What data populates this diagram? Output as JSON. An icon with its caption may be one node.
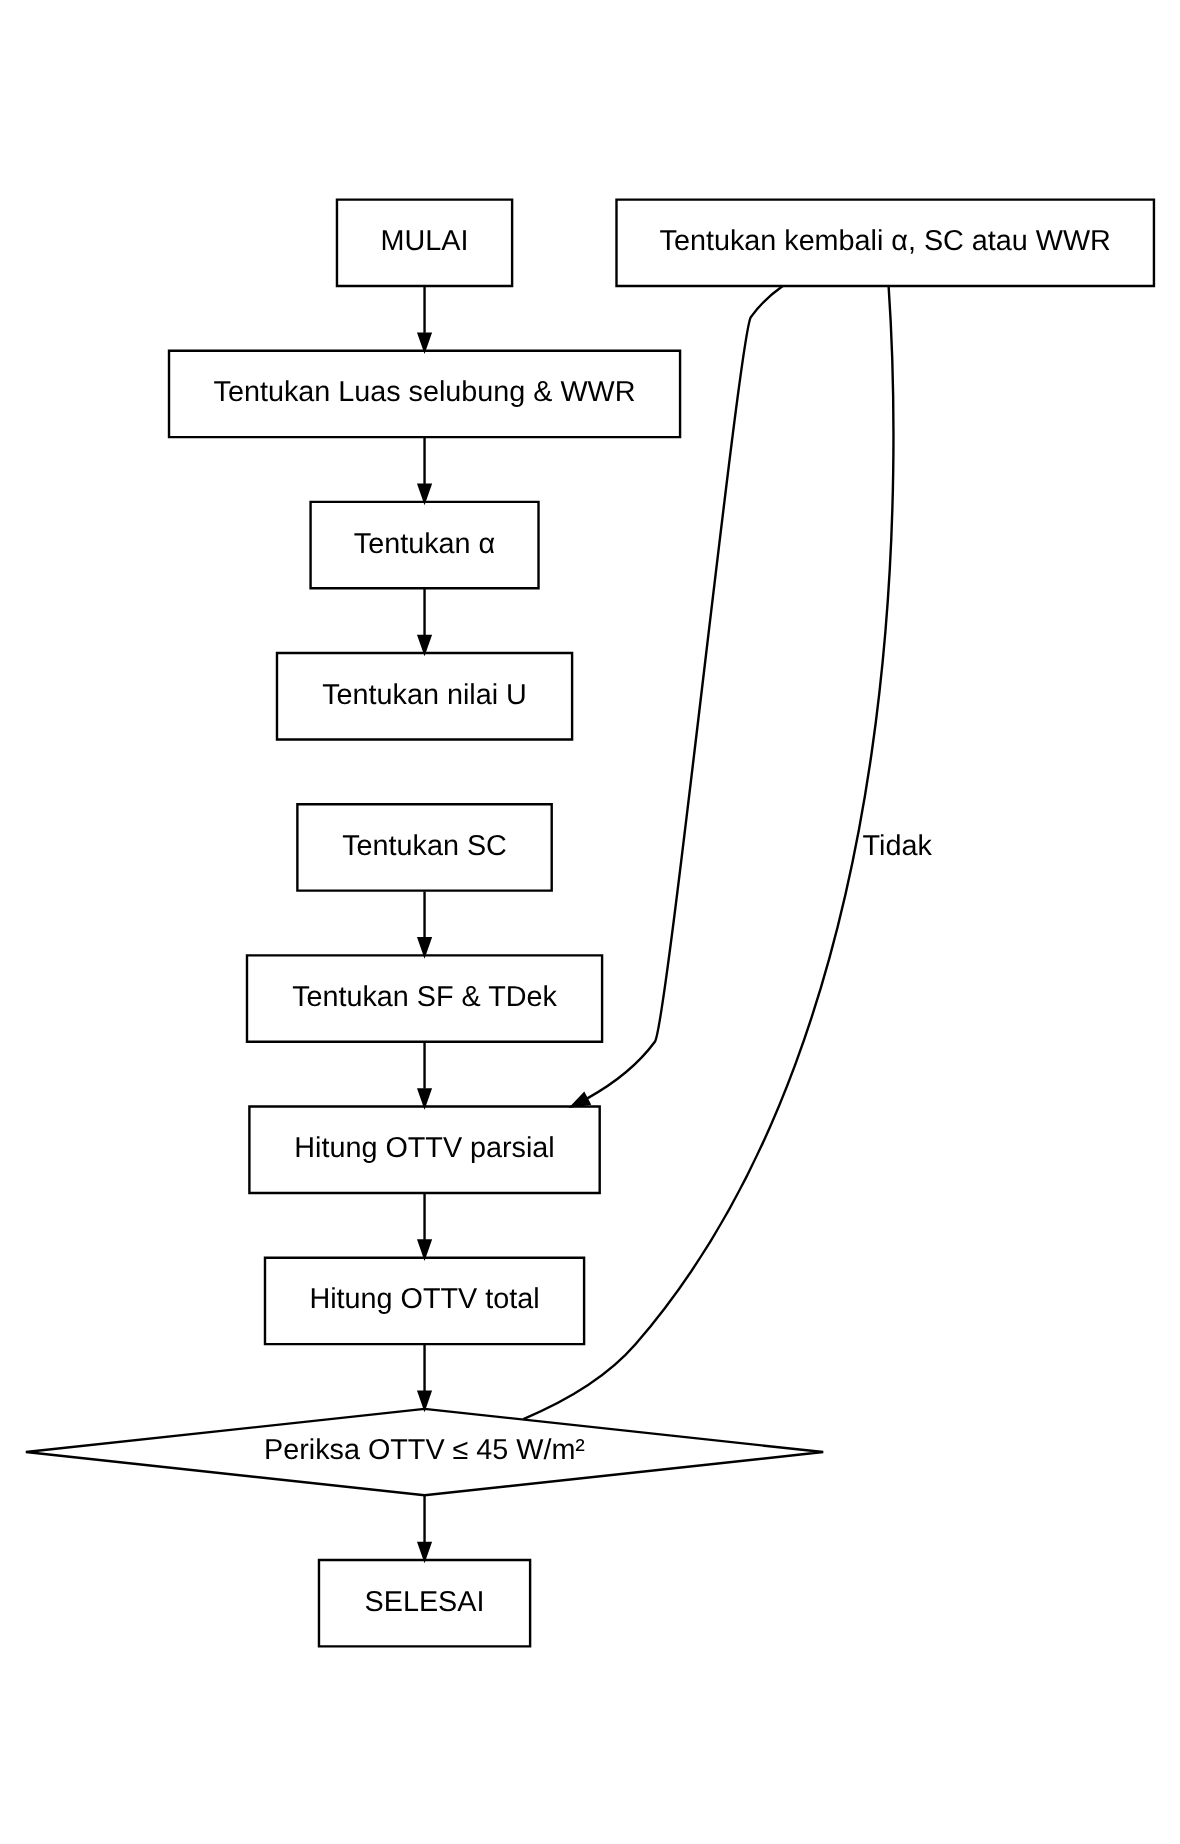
{
  "diagram": {
    "nodes": [
      {
        "text": [
          "MULAI"
        ]
      },
      {
        "text": [
          "Tentukan Luas selubung & WWR"
        ]
      },
      {
        "text": [
          "Tentukan α"
        ]
      },
      {
        "text": [
          "Tentukan nilai U"
        ]
      },
      {
        "text": [
          "Tentukan SC"
        ]
      },
      {
        "text": [
          "Tentukan SF & TDek"
        ]
      },
      {
        "text": [
          "Hitung OTTV parsial"
        ]
      },
      {
        "text": [
          "Tentukan kembali α, SC atau WWR"
        ]
      },
      {
        "text": [
          "Hitung OTTV total"
        ]
      },
      {
        "text": [
          "Periksa OTTV ≤ 45 W/m²"
        ]
      },
      {
        "text": [
          "SELESAI"
        ]
      }
    ],
    "edges": [
      {
        "from": 0,
        "to": 1,
        "arrow": "to"
      },
      {
        "from": 1,
        "to": 2,
        "arrow": "to"
      },
      {
        "from": 2,
        "to": 3,
        "arrow": "to"
      },
      {
        "from": 4,
        "to": 5,
        "arrow": "to"
      },
      {
        "from": 5,
        "to": 6,
        "arrow": "to"
      },
      {
        "from": 6,
        "to": 8,
        "arrow": "to"
      },
      {
        "from": 8,
        "to": 9,
        "arrow": "to"
      },
      {
        "from": 9,
        "to": 10,
        "arrow": "to"
      },
      {
        "from": 9,
        "to": 7,
        "arrow": "none",
        "label": "Tidak"
      },
      {
        "from": 7,
        "to": 6,
        "arrow": "to"
      }
    ]
  }
}
